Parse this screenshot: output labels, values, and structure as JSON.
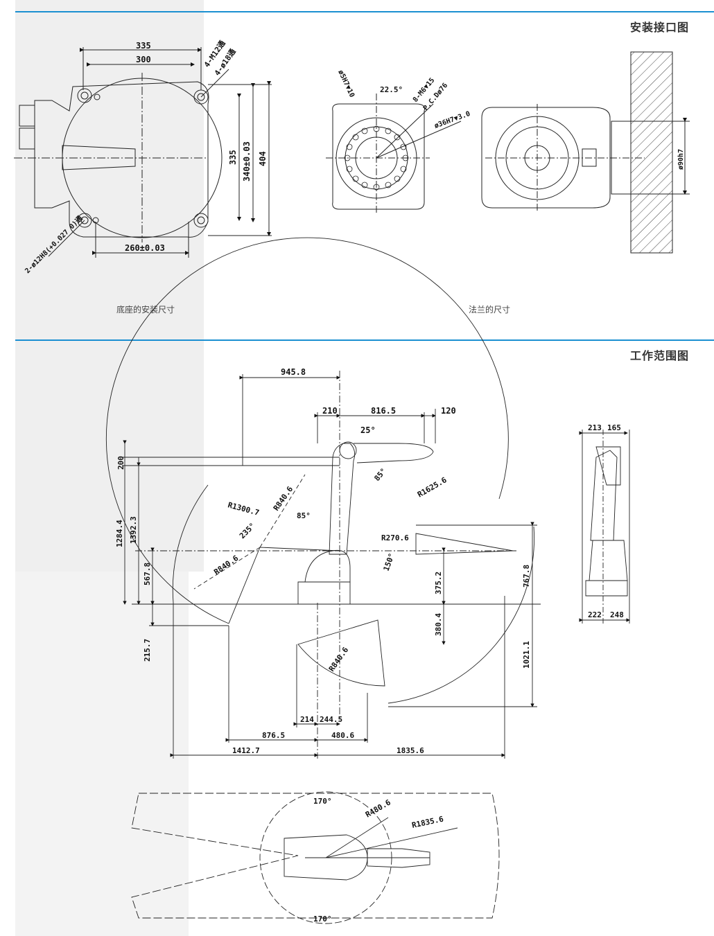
{
  "sections": {
    "install": {
      "title": "安装接口图"
    },
    "workrange": {
      "title": "工作范围图"
    }
  },
  "captions": {
    "base": "底座的安装尺寸",
    "flange": "法兰的尺寸"
  },
  "base_dims": {
    "w335": "335",
    "w300": "300",
    "m12": "4-M12通",
    "d18": "4-ø18通",
    "h335": "335",
    "h340": "340±0.03",
    "h404": "404",
    "w260": "260±0.03",
    "pin": "2-ø12H8(+0.027 0)通"
  },
  "flange_dims": {
    "d5": "ø5H7▼10",
    "a225": "22.5°",
    "m6": "8-M6▼15",
    "pcd": "P.C.Dø76",
    "d36": "ø36H7▼3.0",
    "d90": "ø90h7"
  },
  "range_dims": {
    "d9458": "945.8",
    "d210": "210",
    "d8165": "816.5",
    "d120": "120",
    "a25": "25°",
    "d200": "200",
    "d12844": "1284.4",
    "d13923": "1392.3",
    "d5678": "567.8",
    "d2157": "215.7",
    "r13007": "R1300.7",
    "r8406a": "R840.6",
    "a85a": "85°",
    "a85b": "85°",
    "r16256": "R1625.6",
    "a235": "235°",
    "r2706": "R270.6",
    "r8406b": "R840.6",
    "a150": "150°",
    "d7678": "767.8",
    "d3752": "375.2",
    "d3804": "380.4",
    "r8406c": "R840.6",
    "d10211": "1021.1",
    "d214": "214",
    "d2445": "244.5",
    "d8765": "876.5",
    "d4806": "480.6",
    "d14127": "1412.7",
    "d18356": "1835.6",
    "s213": "213",
    "s165": "165",
    "s222": "222",
    "s248": "248"
  },
  "top_view": {
    "a170t": "170°",
    "r4806": "R480.6",
    "r18356": "R1835.6",
    "a170b": "170°"
  }
}
